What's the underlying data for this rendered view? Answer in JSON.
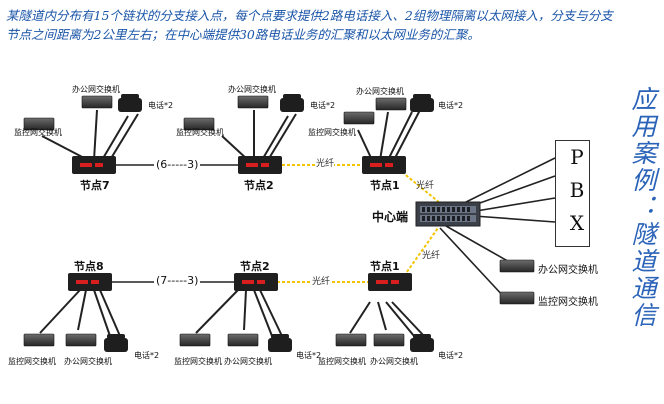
{
  "intro_text": "某隧道内分布有15个链状的分支接入点，每个点要求提供2路电话接入、2组物理隔离以太网接入，分支与分支节点之间距离为2公里左右；在中心端提供30路电话业务的汇聚和以太网业务的汇聚。",
  "side_title": "应用案例：隧道通信",
  "pbx_label": "PBX",
  "center_label": "中心端",
  "top_row": {
    "office_switch": [
      "办公网交换机",
      "办公网交换机",
      "办公网交换机"
    ],
    "monitor_switch": [
      "监控网交换机",
      "监控网交换机",
      "监控网交换机"
    ],
    "phone": [
      "电话*2",
      "电话*2",
      "电话*2"
    ],
    "nodes": [
      "节点7",
      "节点2",
      "节点1"
    ],
    "links": [
      "(6-----3)",
      "光纤",
      "光纤"
    ]
  },
  "bottom_row": {
    "nodes": [
      "节点8",
      "节点2",
      "节点1"
    ],
    "links": [
      "(7-----3)",
      "光纤",
      "光纤"
    ],
    "monitor_switch": [
      "监控网交换机",
      "监控网交换机",
      "监控网交换机"
    ],
    "office_switch": [
      "办公网交换机",
      "办公网交换机",
      "办公网交换机"
    ],
    "phone": [
      "电话*2",
      "电话*2",
      "电话*2"
    ]
  },
  "center_devices": {
    "office_switch": "办公网交换机",
    "monitor_switch": "监控网交换机"
  },
  "colors": {
    "intro_text": "#1a55a8",
    "side_title": "#2a63b8",
    "fiber_link": "#f2c400",
    "cable": "#222222",
    "device": "#2b2b2b",
    "led": "#d81e1e"
  }
}
